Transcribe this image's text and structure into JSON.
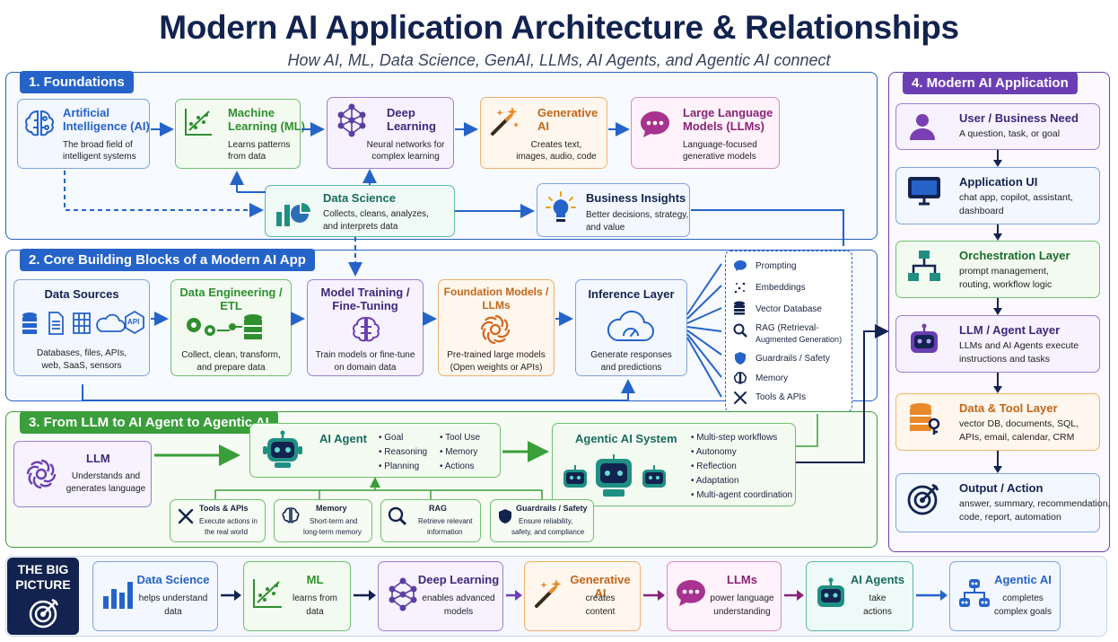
{
  "title": "Modern AI Application Architecture & Relationships",
  "subtitle": "How AI, ML, Data Science, GenAI, LLMs, AI Agents, and Agentic AI connect",
  "colors": {
    "blue": "#2563c9",
    "green": "#3a9e3a",
    "purple": "#6b3fb3",
    "orange": "#e8892a",
    "pink": "#c04aa0",
    "teal": "#1f8f84",
    "navy": "#13234f"
  },
  "s1": {
    "label": "1. Foundations",
    "ai": {
      "title1": "Artificial",
      "title2": "Intelligence (AI)",
      "desc1": "The broad field of",
      "desc2": "intelligent systems",
      "icon": "brain-circuit-icon"
    },
    "ml": {
      "title1": "Machine",
      "title2": "Learning (ML)",
      "desc1": "Learns patterns",
      "desc2": "from data",
      "icon": "scatter-chart-icon"
    },
    "dl": {
      "title1": "Deep",
      "title2": "Learning",
      "desc1": "Neural networks for",
      "desc2": "complex learning",
      "icon": "neural-network-icon"
    },
    "genai": {
      "title1": "Generative",
      "title2": "AI",
      "desc1": "Creates text,",
      "desc2": "images, audio, code",
      "icon": "magic-wand-icon"
    },
    "llm": {
      "title1": "Large Language",
      "title2": "Models (LLMs)",
      "desc1": "Language-focused",
      "desc2": "generative models",
      "icon": "chat-bubble-icon"
    },
    "ds": {
      "title": "Data Science",
      "desc1": "Collects, cleans, analyzes,",
      "desc2": "and interprets data",
      "icon": "chart-pie-icon"
    },
    "bi": {
      "title": "Business Insights",
      "desc1": "Better decisions, strategy,",
      "desc2": "and value",
      "icon": "lightbulb-icon"
    }
  },
  "s2": {
    "label": "2. Core Building Blocks of a Modern AI App",
    "sources": {
      "title": "Data Sources",
      "desc1": "Databases, files, APIs,",
      "desc2": "web, SaaS, sensors",
      "api": "API"
    },
    "etl": {
      "title1": "Data Engineering /",
      "title2": "ETL",
      "desc1": "Collect, clean, transform,",
      "desc2": "and prepare data"
    },
    "train": {
      "title1": "Model Training /",
      "title2": "Fine-Tuning",
      "desc1": "Train models or fine-tune",
      "desc2": "on domain data"
    },
    "fm": {
      "title1": "Foundation Models /",
      "title2": "LLMs",
      "desc1": "Pre-trained large models",
      "desc2": "(Open weights or APIs)"
    },
    "inf": {
      "title": "Inference Layer",
      "desc1": "Generate responses",
      "desc2": "and predictions"
    },
    "list": [
      {
        "label": "Prompting",
        "icon": "prompt-icon"
      },
      {
        "label": "Embeddings",
        "icon": "sparkle-scatter-icon"
      },
      {
        "label": "Vector Database",
        "icon": "database-icon"
      },
      {
        "label": "RAG (Retrieval-",
        "label2": "Augmented Generation)",
        "icon": "magnifier-icon"
      },
      {
        "label": "Guardrails / Safety",
        "icon": "shield-icon"
      },
      {
        "label": "Memory",
        "icon": "brain-icon"
      },
      {
        "label": "Tools & APIs",
        "icon": "tools-icon"
      }
    ]
  },
  "s3": {
    "label": "3. From LLM to AI Agent to Agentic AI",
    "llm": {
      "title": "LLM",
      "desc1": "Understands and",
      "desc2": "generates language"
    },
    "agent": {
      "title": "AI Agent",
      "col1": [
        "Goal",
        "Reasoning",
        "Planning"
      ],
      "col2": [
        "Tool Use",
        "Memory",
        "Actions"
      ]
    },
    "agentic": {
      "title": "Agentic AI System",
      "items": [
        "Multi-step workflows",
        "Autonomy",
        "Reflection",
        "Adaptation",
        "Multi-agent coordination"
      ]
    },
    "sub": [
      {
        "title": "Tools & APIs",
        "desc1": "Execute actions in",
        "desc2": "the real world",
        "icon": "tools-icon"
      },
      {
        "title": "Memory",
        "desc1": "Short-term and",
        "desc2": "long-term memory",
        "icon": "brain-icon"
      },
      {
        "title": "RAG",
        "desc1": "Retrieve relevant",
        "desc2": "information",
        "icon": "magnifier-icon"
      },
      {
        "title": "Guardrails / Safety",
        "desc1": "Ensure reliability,",
        "desc2": "safety, and compliance",
        "icon": "shield-icon"
      }
    ]
  },
  "s4": {
    "label": "4. Modern AI Application",
    "items": [
      {
        "title": "User / Business Need",
        "desc1": "A question, task, or goal",
        "desc2": "",
        "icon": "user-icon"
      },
      {
        "title": "Application UI",
        "desc1": "chat app, copilot, assistant,",
        "desc2": "dashboard",
        "icon": "monitor-icon"
      },
      {
        "title": "Orchestration Layer",
        "desc1": "prompt management,",
        "desc2": "routing, workflow logic",
        "icon": "flowchart-icon"
      },
      {
        "title": "LLM / Agent Layer",
        "desc1": "LLMs and AI Agents execute",
        "desc2": "instructions and tasks",
        "icon": "robot-icon"
      },
      {
        "title": "Data & Tool Layer",
        "desc1": "vector DB, documents, SQL,",
        "desc2": "APIs, email, calendar, CRM",
        "icon": "database-key-icon"
      },
      {
        "title": "Output / Action",
        "desc1": "answer, summary, recommendation,",
        "desc2": "code, report, automation",
        "icon": "target-icon"
      }
    ]
  },
  "big": {
    "label1": "THE BIG",
    "label2": "PICTURE",
    "items": [
      {
        "title": "Data Science",
        "desc1": "helps understand",
        "desc2": "data",
        "icon": "bar-chart-icon"
      },
      {
        "title": "ML",
        "desc1": "learns from",
        "desc2": "data",
        "icon": "scatter-chart-icon"
      },
      {
        "title": "Deep Learning",
        "desc1": "enables advanced",
        "desc2": "models",
        "icon": "neural-network-icon"
      },
      {
        "title": "Generative AI",
        "desc1": "creates",
        "desc2": "content",
        "icon": "magic-wand-icon"
      },
      {
        "title": "LLMs",
        "desc1": "power language",
        "desc2": "understanding",
        "icon": "chat-bubble-icon"
      },
      {
        "title": "AI Agents",
        "desc1": "take",
        "desc2": "actions",
        "icon": "robot-icon"
      },
      {
        "title": "Agentic AI",
        "desc1": "completes",
        "desc2": "complex goals",
        "icon": "robot-team-icon"
      }
    ]
  }
}
